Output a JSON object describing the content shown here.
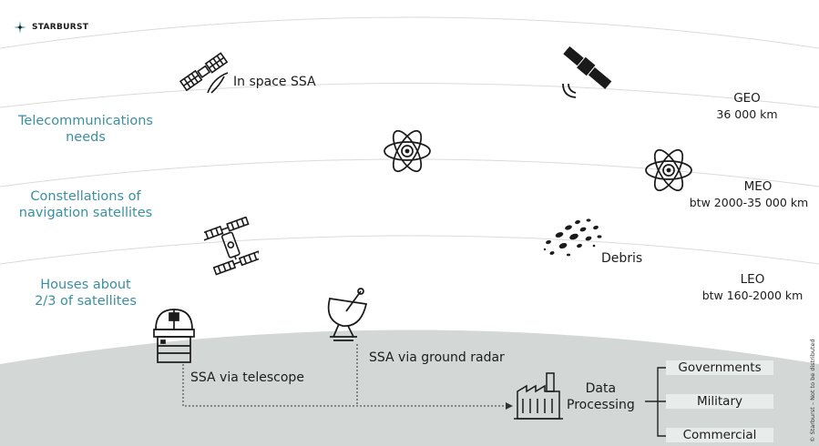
{
  "brand": {
    "name": "STARBURST"
  },
  "orbits": {
    "geo": {
      "name": "GEO",
      "altitude": "36 000 km"
    },
    "meo": {
      "name": "MEO",
      "altitude": "btw 2000-35 000 km"
    },
    "leo": {
      "name": "LEO",
      "altitude": "btw 160-2000 km"
    }
  },
  "notes": {
    "geo": [
      "Telecommunications",
      "needs"
    ],
    "meo": [
      "Constellations of",
      "navigation satellites"
    ],
    "leo": [
      "Houses about",
      "2/3 of satellites"
    ]
  },
  "labels": {
    "in_space": "In space SSA",
    "debris": "Debris",
    "telescope": "SSA via telescope",
    "radar": "SSA via ground radar",
    "processing": [
      "Data",
      "Processing"
    ]
  },
  "outputs": [
    "Governments",
    "Military",
    "Commercial"
  ],
  "copyright": "© Starburst – Not to be distributed",
  "icons": [
    "starburst-logo-icon",
    "in-space-satellite-icon",
    "geo-satellite-icon",
    "atom-icon",
    "debris-icon",
    "iss-satellite-icon",
    "telescope-icon",
    "radar-dish-icon",
    "factory-icon"
  ]
}
